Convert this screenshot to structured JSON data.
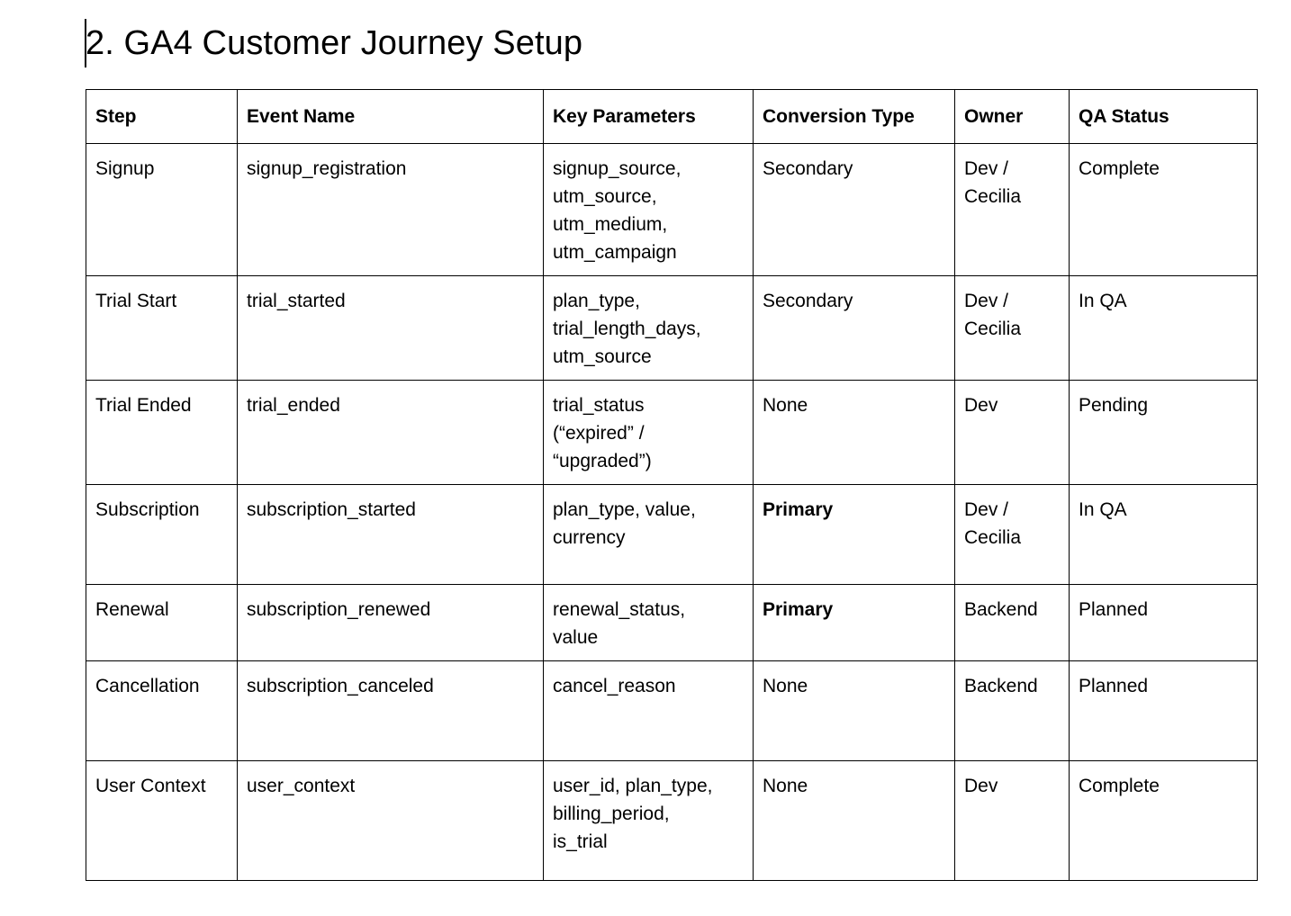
{
  "document": {
    "heading": "2. GA4 Customer Journey Setup",
    "caret_visible": true
  },
  "table": {
    "columns": [
      {
        "key": "step",
        "label": "Step"
      },
      {
        "key": "event_name",
        "label": "Event Name"
      },
      {
        "key": "key_parameters",
        "label": "Key Parameters"
      },
      {
        "key": "conversion_type",
        "label": "Conversion Type"
      },
      {
        "key": "owner",
        "label": "Owner"
      },
      {
        "key": "qa_status",
        "label": "QA Status"
      }
    ],
    "rows": [
      {
        "step": "Signup",
        "event_name": "signup_registration",
        "key_parameters": "signup_source,\nutm_source,\nutm_medium,\nutm_campaign",
        "conversion_type": "Secondary",
        "conversion_type_bold": false,
        "owner": "Dev /\nCecilia",
        "qa_status": "Complete"
      },
      {
        "step": "Trial Start",
        "event_name": "trial_started",
        "key_parameters": "plan_type,\ntrial_length_days,\nutm_source",
        "conversion_type": "Secondary",
        "conversion_type_bold": false,
        "owner": "Dev /\nCecilia",
        "qa_status": "In QA"
      },
      {
        "step": "Trial Ended",
        "event_name": "trial_ended",
        "key_parameters": "trial_status\n(“expired” /\n“upgraded”)",
        "conversion_type": "None",
        "conversion_type_bold": false,
        "owner": "Dev",
        "qa_status": "Pending"
      },
      {
        "step": "Subscription",
        "event_name": "subscription_started",
        "key_parameters": "plan_type, value,\ncurrency",
        "conversion_type": "Primary",
        "conversion_type_bold": true,
        "owner": "Dev /\nCecilia",
        "qa_status": "In QA"
      },
      {
        "step": "Renewal",
        "event_name": "subscription_renewed",
        "key_parameters": "renewal_status,\nvalue",
        "conversion_type": "Primary",
        "conversion_type_bold": true,
        "owner": "Backend",
        "qa_status": "Planned"
      },
      {
        "step": "Cancellation",
        "event_name": "subscription_canceled",
        "key_parameters": "cancel_reason",
        "conversion_type": "None",
        "conversion_type_bold": false,
        "owner": "Backend",
        "qa_status": "Planned"
      },
      {
        "step": "User Context",
        "event_name": "user_context",
        "key_parameters": "user_id, plan_type,\nbilling_period,\nis_trial",
        "conversion_type": "None",
        "conversion_type_bold": false,
        "owner": "Dev",
        "qa_status": "Complete"
      }
    ]
  },
  "colors": {
    "text": "#000000",
    "background": "#ffffff",
    "border": "#000000"
  }
}
